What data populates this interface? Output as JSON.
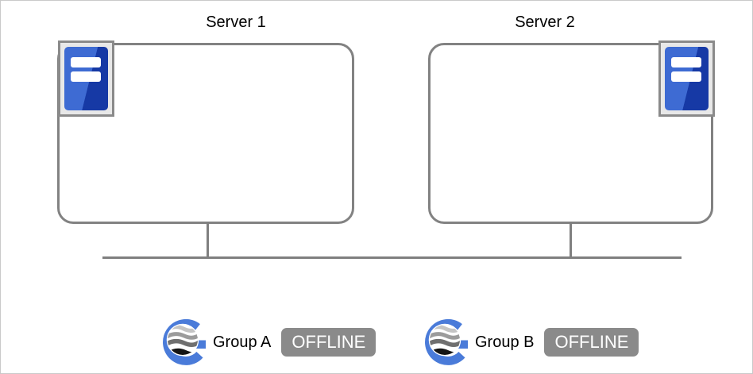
{
  "servers": [
    {
      "label": "Server 1"
    },
    {
      "label": "Server 2"
    }
  ],
  "groups": [
    {
      "label": "Group A",
      "status": "OFFLINE"
    },
    {
      "label": "Group B",
      "status": "OFFLINE"
    }
  ],
  "colors": {
    "status_offline_bg": "#8a8a8a",
    "status_offline_text": "#ffffff",
    "connector_gray": "#7f7f7f",
    "server_box_border": "#828282",
    "server_icon_blue_light": "#3e6bd3",
    "server_icon_blue_dark": "#1639a5",
    "group_icon_blue": "#4a7bd9"
  }
}
